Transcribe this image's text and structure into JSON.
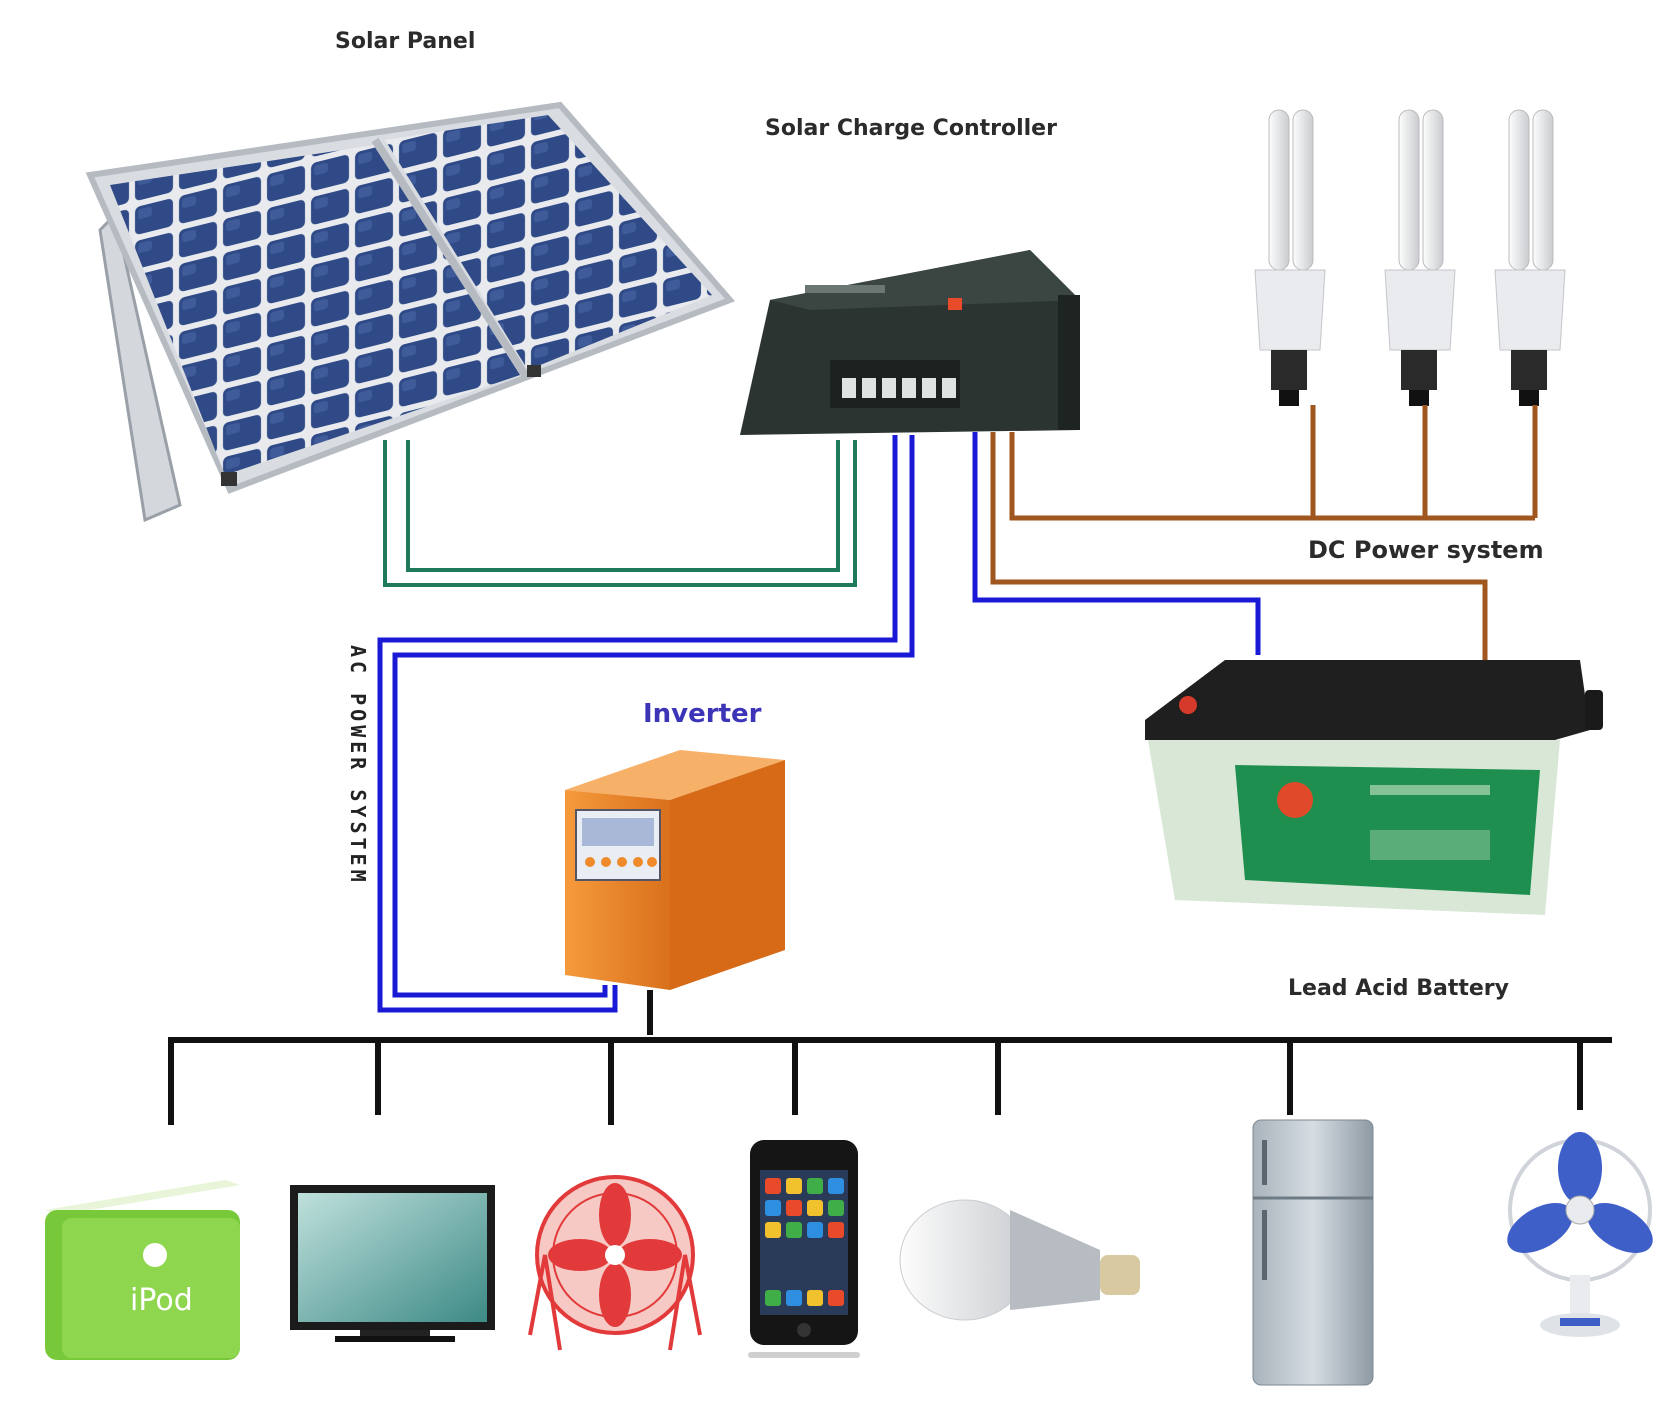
{
  "labels": {
    "solar_panel": "Solar Panel",
    "charge_controller": "Solar Charge Controller",
    "dc_power_system": "DC Power system",
    "inverter": "Inverter",
    "ac_power_system": "AC POWER SYSTEM",
    "battery": "Lead Acid Battery",
    "ipod_text": "iPod"
  },
  "colors": {
    "panel_cells": "#2f4a86",
    "panel_frame": "#c9ccd2",
    "controller_body": "#2c3431",
    "green_wire": "#1f7a5c",
    "blue_wire": "#1a1ad6",
    "brown_wire": "#a0561f",
    "inverter_body": "#f08a2a",
    "battery_label": "#1f8f4f",
    "ipod_green": "#78c93a",
    "fan_red": "#e23a3a",
    "fan_blue": "#3f5fc8",
    "bus_line": "#111111"
  },
  "icons": [
    "solar-panel-icon",
    "charge-controller-icon",
    "cfl-bulb-icon",
    "battery-icon",
    "inverter-icon",
    "ipod-icon",
    "monitor-icon",
    "red-fan-icon",
    "phone-icon",
    "led-bulb-icon",
    "refrigerator-icon",
    "desk-fan-icon"
  ]
}
